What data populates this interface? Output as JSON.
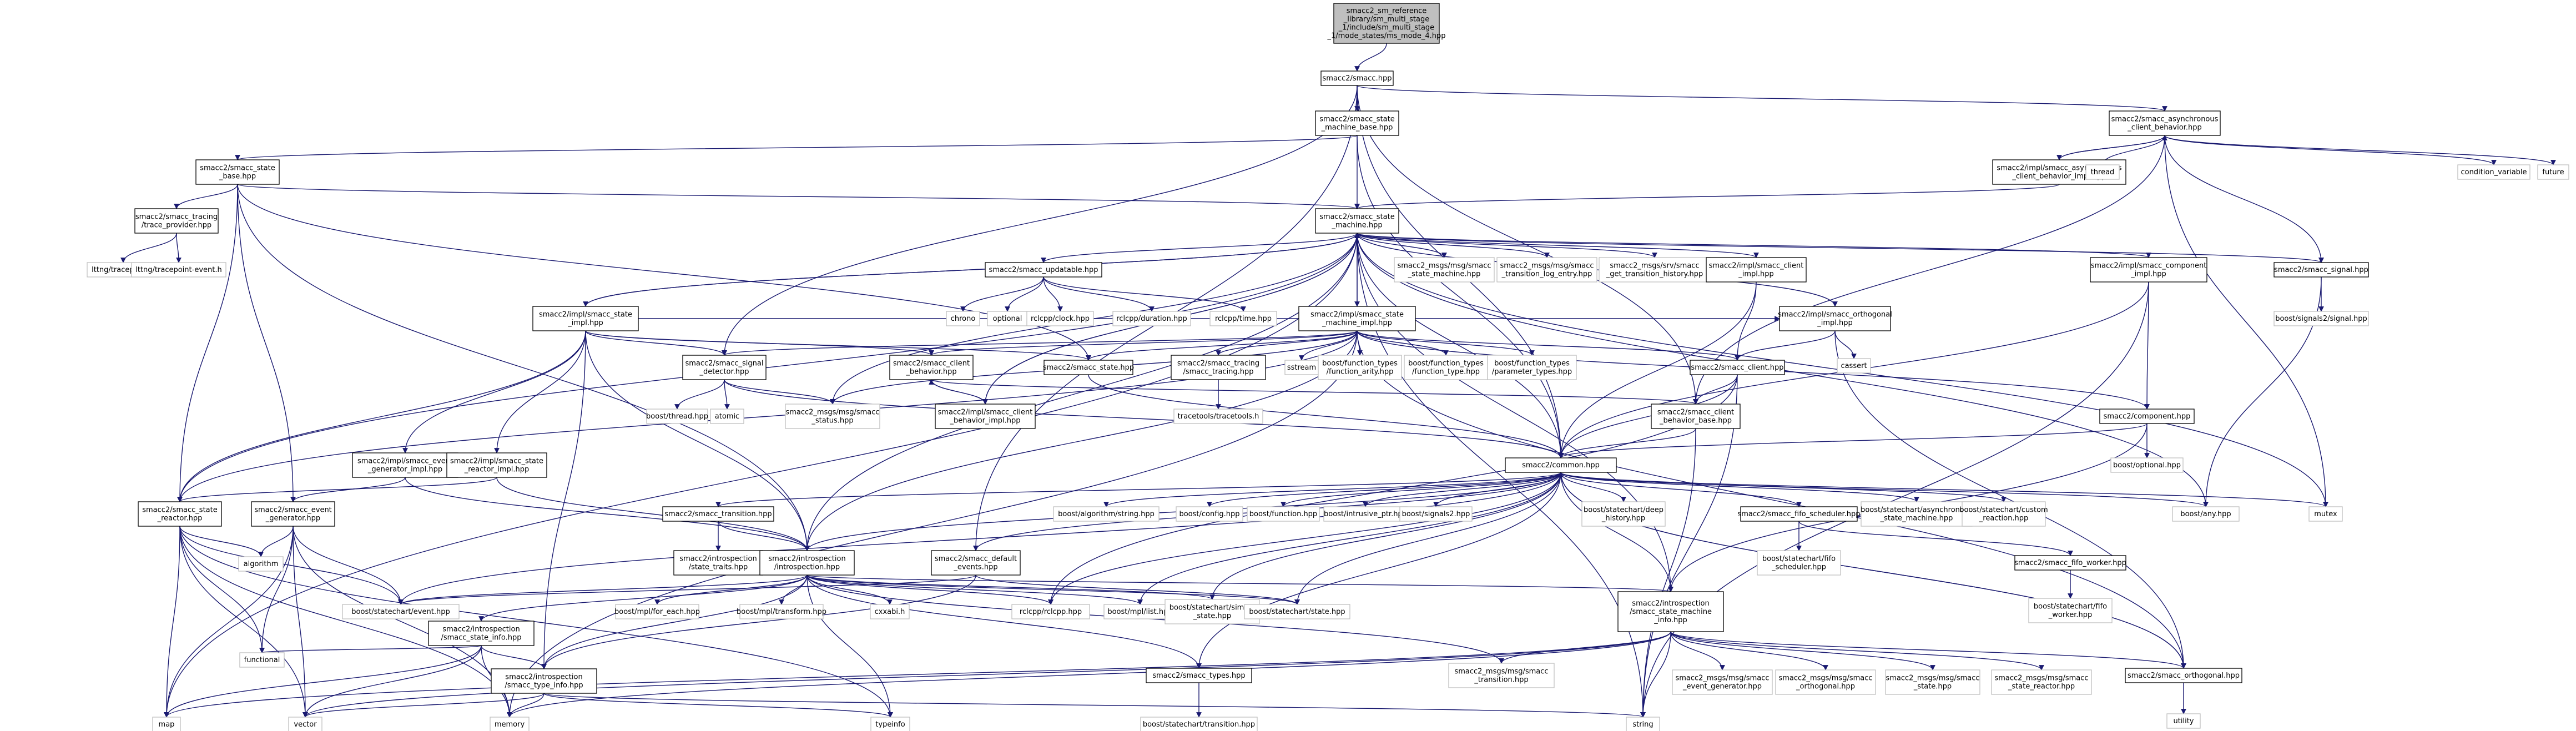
{
  "nodes": {
    "root": "smacc2_sm_reference\n_library/sm_multi_stage\n_1/include/sm_multi_stage\n_1/mode_states/ms_mode_4.hpp",
    "smacc_hpp": "smacc2/smacc.hpp",
    "state_machine_base": "smacc2/smacc_state\n_machine_base.hpp",
    "async_cb": "smacc2/smacc_asynchronous\n_client_behavior.hpp",
    "smacc_state_base": "smacc2/smacc_state\n_base.hpp",
    "async_cb_impl": "smacc2/impl/smacc_asynchronous\n_client_behavior_impl.hpp",
    "thread": "thread",
    "condition_variable": "condition_variable",
    "future": "future",
    "tracing_provider": "smacc2/smacc_tracing\n/trace_provider.hpp",
    "lttng_tracepoint": "lttng/tracepoint.h",
    "lttng_tracepoint_event": "lttng/tracepoint-event.h",
    "state_machine": "smacc2/smacc_state\n_machine.hpp",
    "updatable": "smacc2/smacc_updatable.hpp",
    "chrono": "chrono",
    "optional": "optional",
    "rclcpp_clock": "rclcpp/clock.hpp",
    "rclcpp_duration": "rclcpp/duration.hpp",
    "rclcpp_time": "rclcpp/time.hpp",
    "msg_state_machine": "smacc2_msgs/msg/smacc\n_state_machine.hpp",
    "msg_transition_log": "smacc2_msgs/msg/smacc\n_transition_log_entry.hpp",
    "srv_transition_history": "smacc2_msgs/srv/smacc\n_get_transition_history.hpp",
    "client_impl": "smacc2/impl/smacc_client\n_impl.hpp",
    "component_impl": "smacc2/impl/smacc_component\n_impl.hpp",
    "smacc_signal": "smacc2/smacc_signal.hpp",
    "boost_signals2_signal": "boost/signals2/signal.hpp",
    "state_impl": "smacc2/impl/smacc_state\n_impl.hpp",
    "state_machine_impl": "smacc2/impl/smacc_state\n_machine_impl.hpp",
    "orthogonal_impl": "smacc2/impl/smacc_orthogonal\n_impl.hpp",
    "cassert": "cassert",
    "signal_detector": "smacc2/smacc_signal\n_detector.hpp",
    "client_behavior": "smacc2/smacc_client\n_behavior.hpp",
    "smacc_state": "smacc2/smacc_state.hpp",
    "tracing_tracing": "smacc2/smacc_tracing\n/smacc_tracing.hpp",
    "sstream": "sstream",
    "ft_arity": "boost/function_types\n/function_arity.hpp",
    "ft_type": "boost/function_types\n/function_type.hpp",
    "ft_params": "boost/function_types\n/parameter_types.hpp",
    "smacc_client": "smacc2/smacc_client.hpp",
    "boost_thread": "boost/thread.hpp",
    "atomic": "atomic",
    "msg_status": "smacc2_msgs/msg/smacc\n_status.hpp",
    "client_behavior_impl": "smacc2/impl/smacc_client\n_behavior_impl.hpp",
    "tracetools": "tracetools/tracetools.h",
    "client_behavior_base": "smacc2/smacc_client\n_behavior_base.hpp",
    "component": "smacc2/component.hpp",
    "boost_optional": "boost/optional.hpp",
    "event_generator_impl": "smacc2/impl/smacc_event\n_generator_impl.hpp",
    "state_reactor_impl": "smacc2/impl/smacc_state\n_reactor_impl.hpp",
    "common": "smacc2/common.hpp",
    "state_reactor": "smacc2/smacc_state\n_reactor.hpp",
    "event_generator": "smacc2/smacc_event\n_generator.hpp",
    "smacc_transition": "smacc2/smacc_transition.hpp",
    "boost_algorithm_string": "boost/algorithm/string.hpp",
    "boost_config": "boost/config.hpp",
    "boost_function": "boost/function.hpp",
    "boost_intrusive_ptr": "boost/intrusive_ptr.hpp",
    "boost_signals2": "boost/signals2.hpp",
    "sc_deep_history": "boost/statechart/deep\n_history.hpp",
    "fifo_scheduler": "smacc2/smacc_fifo_scheduler.hpp",
    "sc_async_sm": "boost/statechart/asynchronous\n_state_machine.hpp",
    "sc_custom_reaction": "boost/statechart/custom\n_reaction.hpp",
    "boost_any": "boost/any.hpp",
    "mutex": "mutex",
    "sc_fifo_scheduler": "boost/statechart/fifo\n_scheduler.hpp",
    "fifo_worker": "smacc2/smacc_fifo_worker.hpp",
    "sc_fifo_worker": "boost/statechart/fifo\n_worker.hpp",
    "algorithm": "algorithm",
    "intro_state_traits": "smacc2/introspection\n/state_traits.hpp",
    "introspection": "smacc2/introspection\n/introspection.hpp",
    "default_events": "smacc2/smacc_default\n_events.hpp",
    "sc_event": "boost/statechart/event.hpp",
    "rclcpp": "rclcpp/rclcpp.hpp",
    "mpl_list": "boost/mpl/list.hpp",
    "sc_simple_state": "boost/statechart/simple\n_state.hpp",
    "sc_state": "boost/statechart/state.hpp",
    "intro_sm_info": "smacc2/introspection\n/smacc_state_machine\n_info.hpp",
    "mpl_for_each": "boost/mpl/for_each.hpp",
    "mpl_transform": "boost/mpl/transform.hpp",
    "cxxabi": "cxxabi.h",
    "intro_state_info": "smacc2/introspection\n/smacc_state_info.hpp",
    "functional": "functional",
    "intro_type_info": "smacc2/introspection\n/smacc_type_info.hpp",
    "smacc_types": "smacc2/smacc_types.hpp",
    "msg_transition": "smacc2_msgs/msg/smacc\n_transition.hpp",
    "msg_event_generator": "smacc2_msgs/msg/smacc\n_event_generator.hpp",
    "msg_orthogonal": "smacc2_msgs/msg/smacc\n_orthogonal.hpp",
    "msg_state": "smacc2_msgs/msg/smacc\n_state.hpp",
    "msg_state_reactor": "smacc2_msgs/msg/smacc\n_state_reactor.hpp",
    "smacc_orthogonal": "smacc2/smacc_orthogonal.hpp",
    "utility": "utility",
    "map": "map",
    "vector": "vector",
    "memory": "memory",
    "typeinfo": "typeinfo",
    "string": "string",
    "sc_transition": "boost/statechart/transition.hpp"
  },
  "colors": {
    "edge": "#191970",
    "root_fill": "#bfbfbf",
    "node_border": "#000000",
    "external_border": "#bfbfbf"
  }
}
